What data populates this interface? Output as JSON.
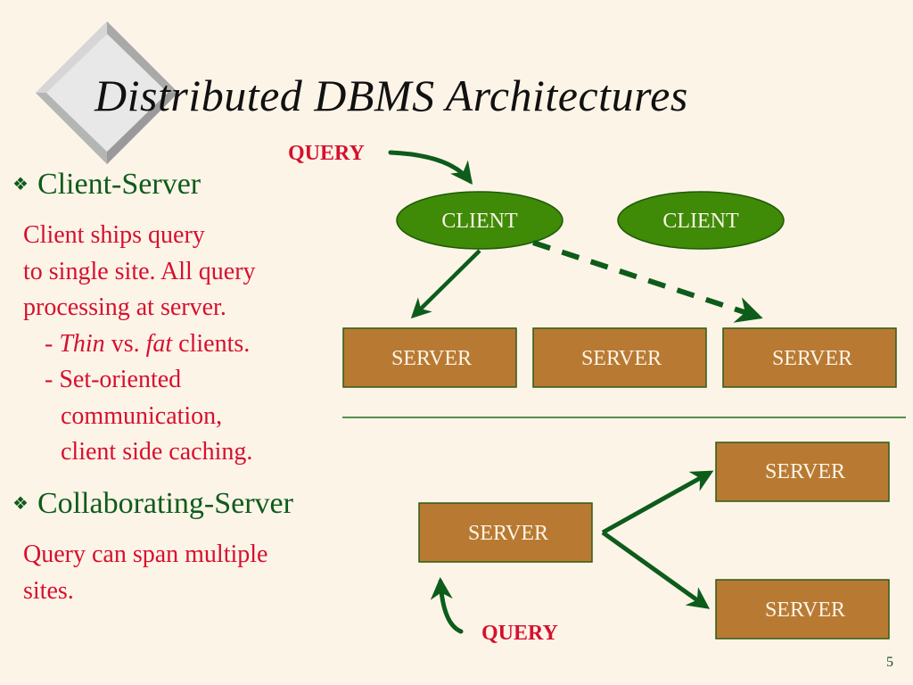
{
  "slide": {
    "title": "Distributed DBMS Architectures",
    "page_number": "5",
    "colors": {
      "background": "#fdf4e8",
      "heading_green": "#0d5c1a",
      "body_red": "#d6102e",
      "client_fill": "#3f8a06",
      "server_fill": "#b87a32",
      "arrow_green": "#0d5c1a"
    }
  },
  "sections": [
    {
      "bullet_icon": "diamond-cluster-icon",
      "heading": "Client-Server",
      "lines": [
        "Client ships query",
        "to single site.  All query",
        "processing at server."
      ],
      "sub_lines": {
        "thin_prefix": "- ",
        "thin_italic": "Thin",
        "vs": " vs. ",
        "fat_italic": "fat",
        "clients_suffix": " clients.",
        "set_oriented": "- Set-oriented",
        "communication": "communication,",
        "caching": "client side caching."
      }
    },
    {
      "bullet_icon": "diamond-cluster-icon",
      "heading": "Collaborating-Server",
      "lines": [
        "Query can span multiple",
        "sites."
      ]
    }
  ],
  "diagram_client_server": {
    "query_label": "QUERY",
    "clients": [
      "CLIENT",
      "CLIENT"
    ],
    "servers": [
      "SERVER",
      "SERVER",
      "SERVER"
    ]
  },
  "diagram_collaborating": {
    "query_label": "QUERY",
    "source_server": "SERVER",
    "target_servers": [
      "SERVER",
      "SERVER"
    ]
  }
}
